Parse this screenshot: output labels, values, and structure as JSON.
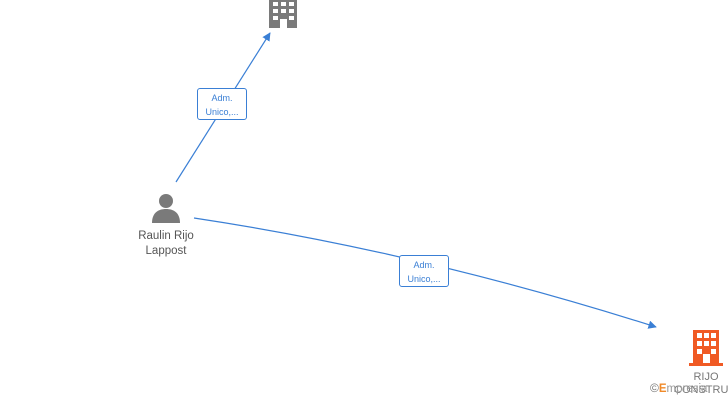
{
  "nodes": {
    "person": {
      "line1": "Raulin Rijo",
      "line2": "Lappost",
      "icon": "person-icon",
      "color": "#7a7a7a"
    },
    "company_top": {
      "icon": "building-icon",
      "color": "#7a7a7a"
    },
    "company_main": {
      "line1": "RIJO",
      "line2": "CONSTRUC...",
      "icon": "building-icon",
      "color": "#f05a24"
    }
  },
  "edges": [
    {
      "from": "person",
      "to": "company_top",
      "label_line1": "Adm.",
      "label_line2": "Unico,..."
    },
    {
      "from": "person",
      "to": "company_main",
      "label_line1": "Adm.",
      "label_line2": "Unico,..."
    }
  ],
  "watermark": {
    "copyright": "©",
    "e_letter": "E",
    "brand": "mpresia"
  },
  "colors": {
    "edge": "#3a7fd5",
    "node_gray": "#7a7a7a",
    "highlight": "#f05a24"
  }
}
